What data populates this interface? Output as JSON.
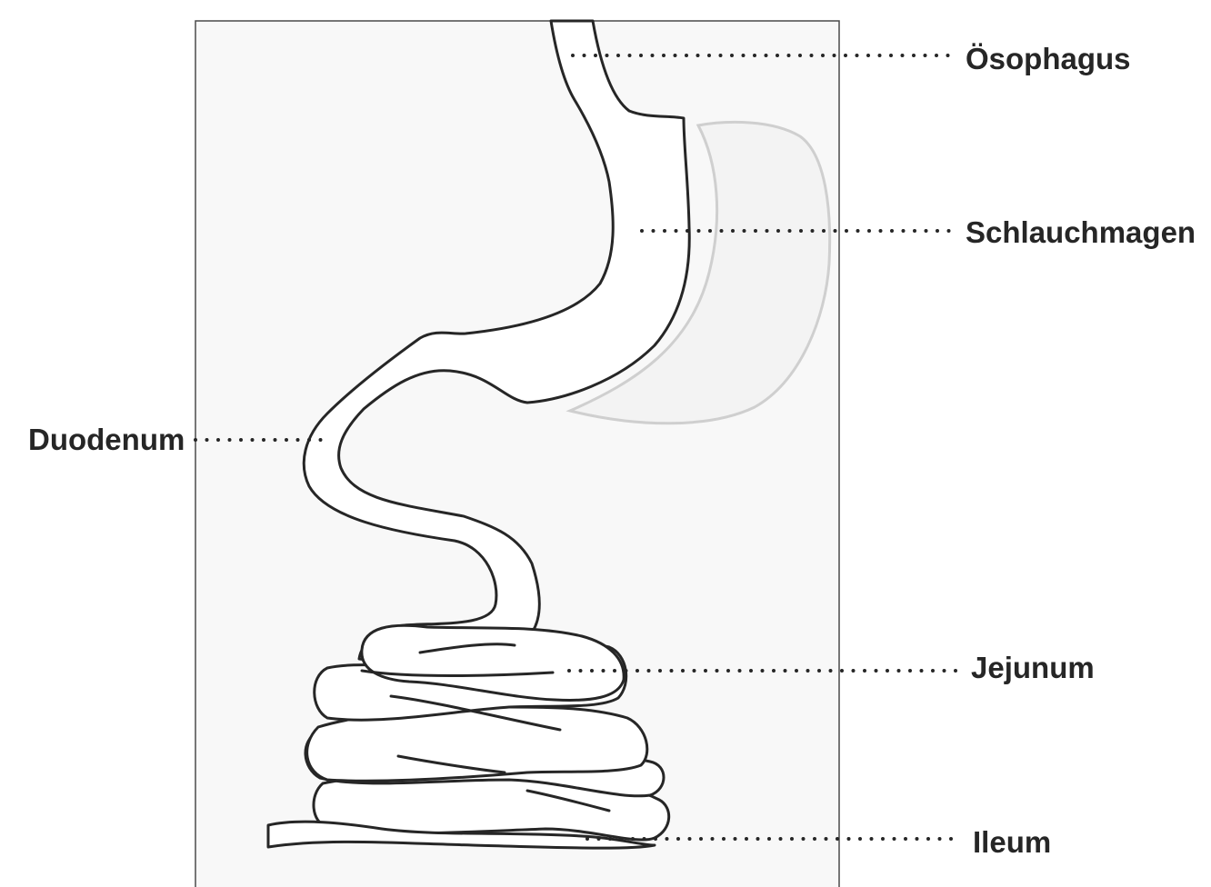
{
  "diagram": {
    "colors": {
      "outline": "#262626",
      "panel_fill": "#f8f8f8",
      "panel_border": "#4a4a4a",
      "removed_stomach": "#cfcfcf",
      "label_text": "#262626"
    },
    "labels": {
      "esophagus": "Ösophagus",
      "sleeve_stomach": "Schlauchmagen",
      "duodenum": "Duodenum",
      "jejunum": "Jejunum",
      "ileum": "Ileum"
    }
  }
}
